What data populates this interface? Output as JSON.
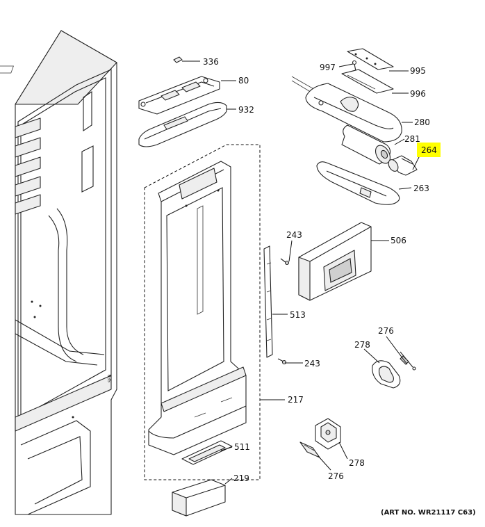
{
  "callouts": {
    "c336": "336",
    "c80": "80",
    "c932": "932",
    "c997": "997",
    "c995": "995",
    "c996": "996",
    "c280": "280",
    "c281": "281",
    "c264": "264",
    "c263": "263",
    "c243a": "243",
    "c506": "506",
    "c513": "513",
    "c243b": "243",
    "c276a": "276",
    "c278a": "278",
    "c217": "217",
    "c511": "511",
    "c278b": "278",
    "c276b": "276",
    "c219": "219"
  },
  "highlight": {
    "part": "264",
    "color": "#ffff00"
  },
  "art_number": "(ART NO. WR21117 C63)"
}
